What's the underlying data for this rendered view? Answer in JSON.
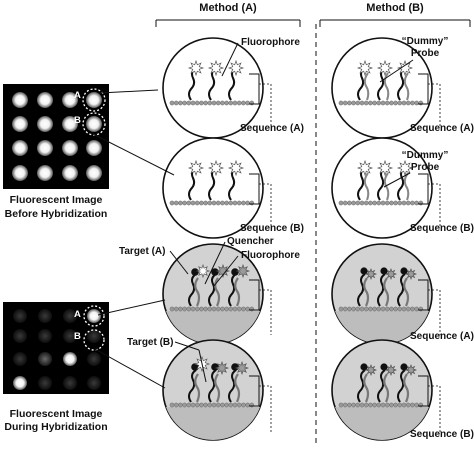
{
  "headers": {
    "method_a": "Method (A)",
    "method_b": "Method (B)"
  },
  "captions": {
    "before": [
      "Fluorescent Image",
      "Before Hybridization"
    ],
    "during": [
      "Fluorescent Image",
      "During Hybridization"
    ]
  },
  "spot_labels": {
    "a": "A",
    "b": "B"
  },
  "labels": {
    "fluorophore": "Fluorophore",
    "quencher": "Quencher",
    "target_a": "Target (A)",
    "target_b": "Target (B)",
    "dummy_probe": [
      "“Dummy”",
      "Probe"
    ],
    "sequence_a": "Sequence (A)",
    "sequence_b": "Sequence (B)"
  },
  "colors": {
    "line": "#111111",
    "fill_hybridized": "#d2d2d2",
    "bead": "#9a9a9a",
    "array_bg": "#000000"
  }
}
